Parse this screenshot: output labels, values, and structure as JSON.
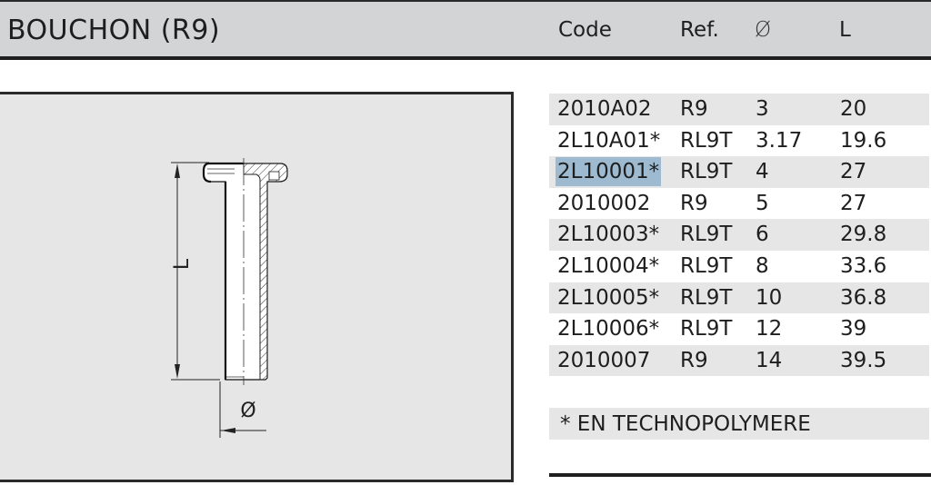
{
  "header": {
    "title": "BOUCHON (R9)",
    "columns": [
      "Code",
      "Ref.",
      "Ø",
      "L"
    ]
  },
  "drawing": {
    "length_label": "L",
    "diameter_label": "Ø"
  },
  "table": {
    "rows": [
      {
        "code": "2010A02",
        "ref": "R9",
        "diameter": "3",
        "length": "20"
      },
      {
        "code": "2L10A01*",
        "ref": "RL9T",
        "diameter": "3.17",
        "length": "19.6"
      },
      {
        "code": "2L10001*",
        "ref": "RL9T",
        "diameter": "4",
        "length": "27",
        "selected": true
      },
      {
        "code": "2010002",
        "ref": "R9",
        "diameter": "5",
        "length": "27"
      },
      {
        "code": "2L10003*",
        "ref": "RL9T",
        "diameter": "6",
        "length": "29.8"
      },
      {
        "code": "2L10004*",
        "ref": "RL9T",
        "diameter": "8",
        "length": "33.6"
      },
      {
        "code": "2L10005*",
        "ref": "RL9T",
        "diameter": "10",
        "length": "36.8"
      },
      {
        "code": "2L10006*",
        "ref": "RL9T",
        "diameter": "12",
        "length": "39"
      },
      {
        "code": "2010007",
        "ref": "R9",
        "diameter": "14",
        "length": "39.5"
      }
    ]
  },
  "footnote": "* EN TECHNOPOLYMERE",
  "colors": {
    "header_bg": "#d3d4d6",
    "panel_bg": "#e6e6e7",
    "row_shade": "#e6e6e7",
    "selection": "#9dbad0",
    "rule": "#1f1f1f"
  }
}
